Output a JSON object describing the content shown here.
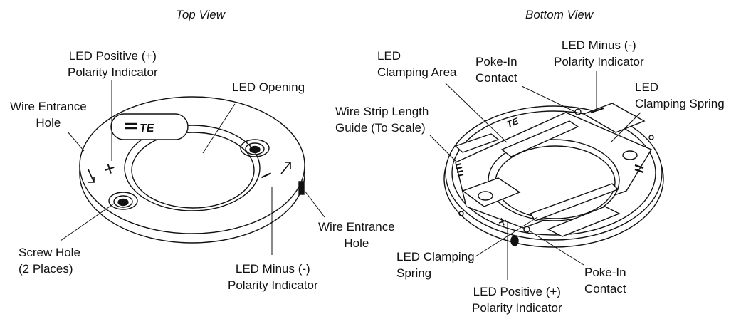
{
  "top_view": {
    "title": "Top View",
    "labels": {
      "led_positive": [
        "LED Positive (+)",
        "Polarity Indicator"
      ],
      "led_opening": [
        "LED Opening"
      ],
      "wire_entrance_left": [
        "Wire Entrance",
        "Hole"
      ],
      "wire_entrance_right": [
        "Wire Entrance",
        "Hole"
      ],
      "screw_hole": [
        "Screw Hole",
        "(2 Places)"
      ],
      "led_minus": [
        "LED Minus (-)",
        "Polarity Indicator"
      ]
    },
    "logo_text": "TE",
    "plus_symbol": "+",
    "minus_symbol": "−"
  },
  "bottom_view": {
    "title": "Bottom View",
    "labels": {
      "led_clamping_area": [
        "LED",
        "Clamping Area"
      ],
      "poke_in_top": [
        "Poke-In",
        "Contact"
      ],
      "led_minus": [
        "LED Minus (-)",
        "Polarity Indicator"
      ],
      "led_clamping_spring_right": [
        "LED",
        "Clamping Spring"
      ],
      "wire_strip_guide": [
        "Wire Strip Length",
        "Guide (To Scale)"
      ],
      "led_clamping_spring_bottom": [
        "LED Clamping",
        "Spring"
      ],
      "poke_in_bottom": [
        "Poke-In",
        "Contact"
      ],
      "led_positive": [
        "LED Positive (+)",
        "Polarity Indicator"
      ]
    },
    "logo_text": "TE",
    "plus_symbol": "+",
    "minus_symbol": "−"
  },
  "colors": {
    "line": "#111111",
    "background": "#ffffff",
    "fill_light": "#f4f4f4"
  }
}
